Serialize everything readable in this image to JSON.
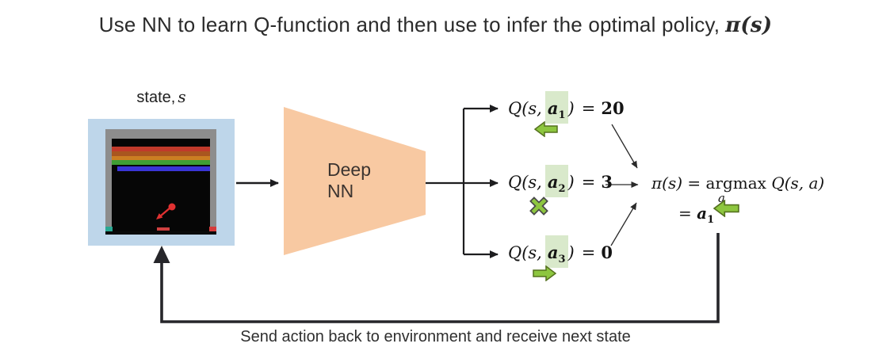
{
  "title": {
    "text": "Use NN to learn Q-function and then use to infer the optimal policy,",
    "formula": "π(s)"
  },
  "state": {
    "label_prefix": "state,",
    "label_var": "s"
  },
  "network": {
    "line1": "Deep",
    "line2": "NN"
  },
  "q_outputs": [
    {
      "func": "Q(s,",
      "action_var": "a",
      "action_sub": "1",
      "close": ")",
      "equals": "=",
      "value": "20",
      "icon": "arrow-left-icon"
    },
    {
      "func": "Q(s,",
      "action_var": "a",
      "action_sub": "2",
      "close": ")",
      "equals": "=",
      "value": "3",
      "icon": "cross-icon"
    },
    {
      "func": "Q(s,",
      "action_var": "a",
      "action_sub": "3",
      "close": ")",
      "equals": "=",
      "value": "0",
      "icon": "arrow-right-icon"
    }
  ],
  "policy": {
    "lhs": "π(s)",
    "equals": "=",
    "operator": "argmax",
    "operator_sub": "a",
    "rhs": "Q(s, a)",
    "result_sign": "=",
    "result_var": "a",
    "result_sub": "1",
    "icon": "arrow-left-icon"
  },
  "caption": "Send action back to environment and receive next state",
  "colors": {
    "state-bg": "#bed6ea",
    "network-fill": "#f8c9a2",
    "highlight-green": "#d9e9cb",
    "icon-green": "#8dc63f",
    "icon-green-dark": "#55711f",
    "icon-x-border": "#4a4a4a",
    "line-dark": "#1d1d1f"
  }
}
